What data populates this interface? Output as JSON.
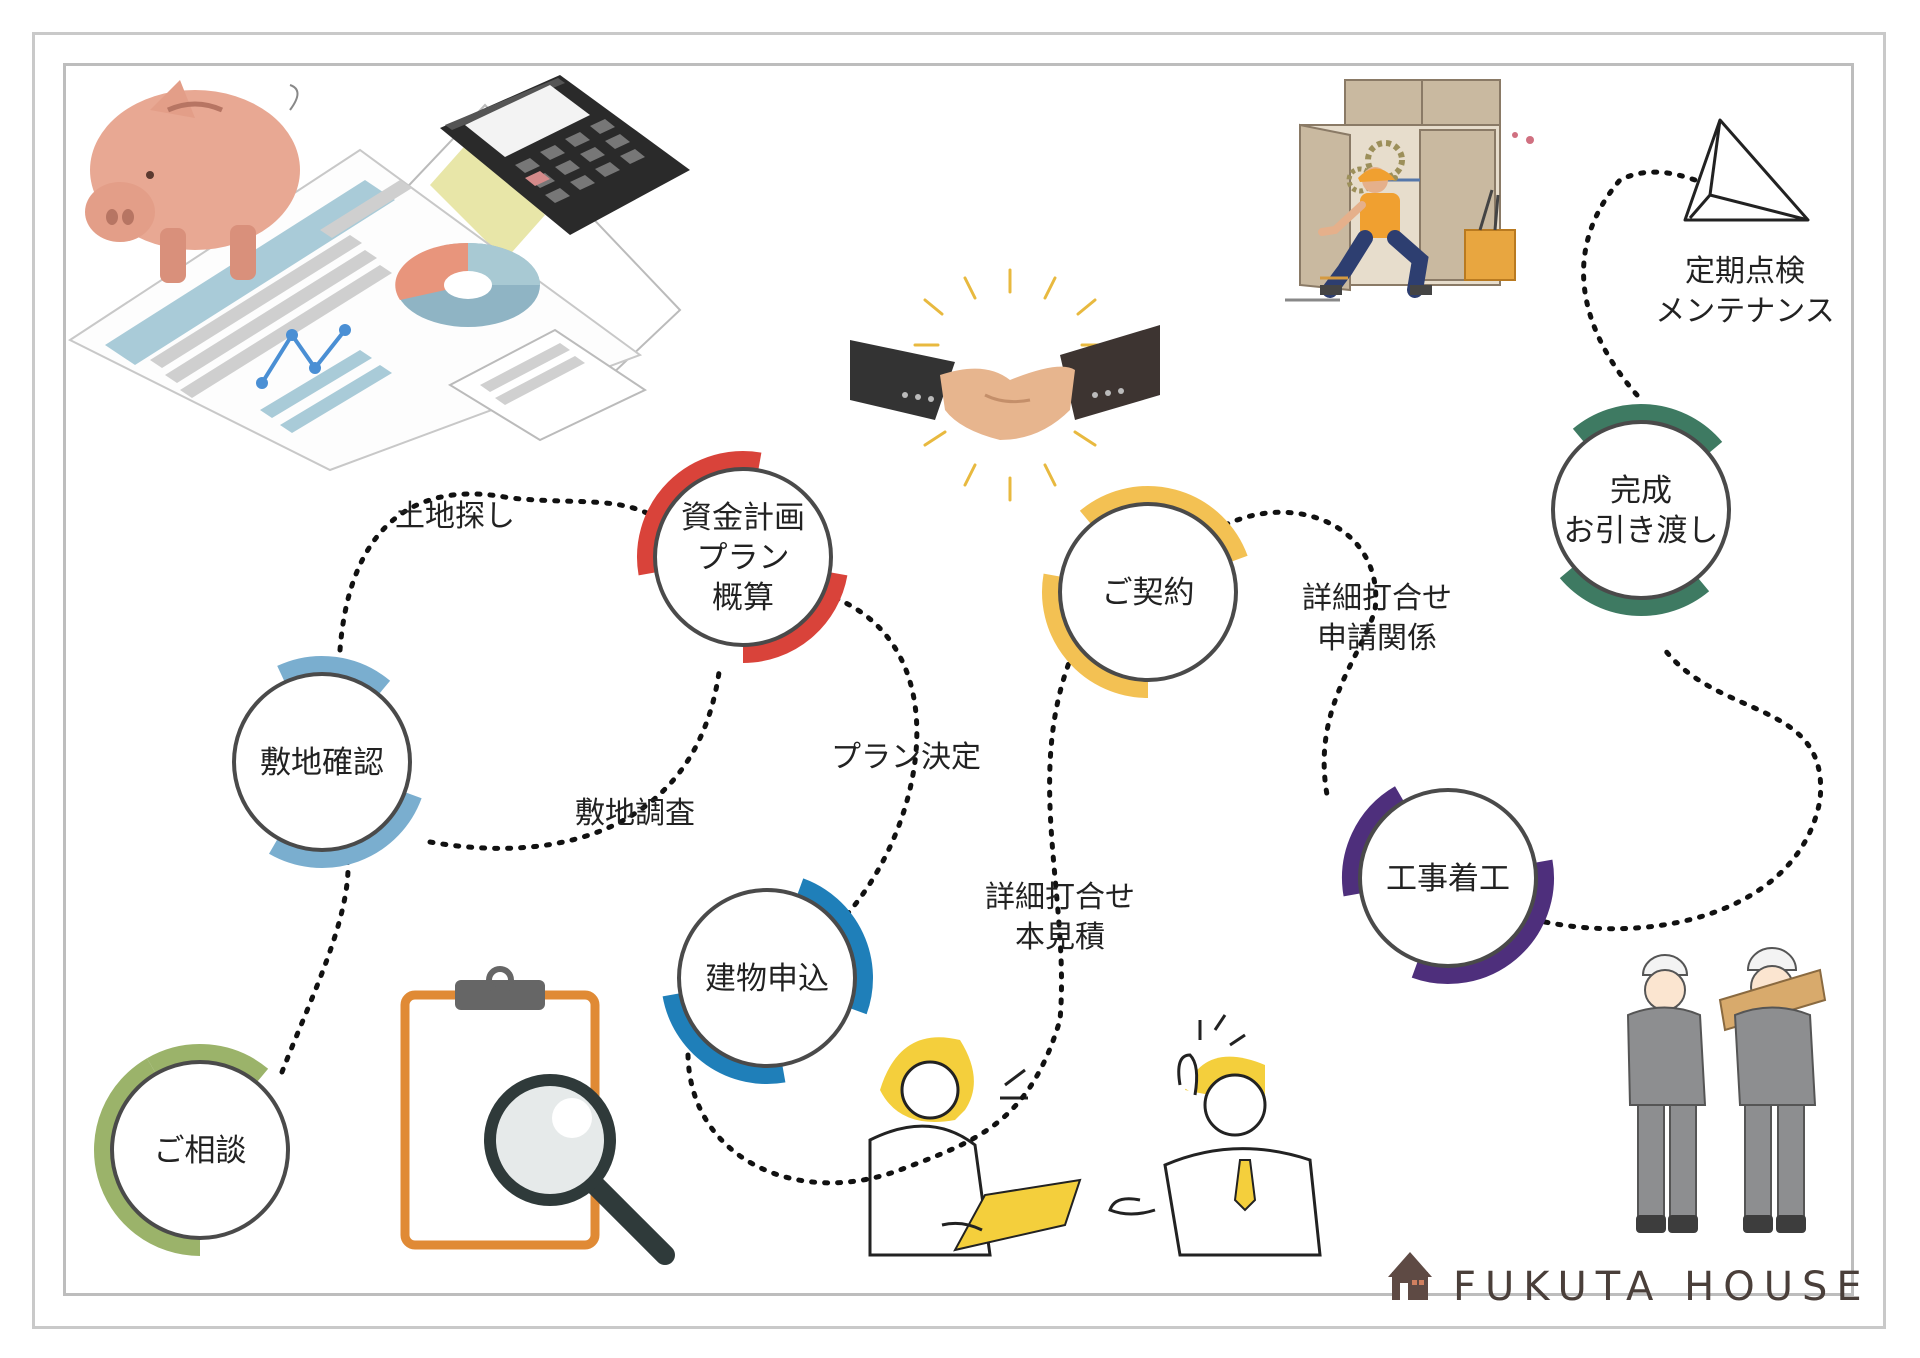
{
  "steps": [
    {
      "label": "ご相談",
      "color": "#9bb36a"
    },
    {
      "label": "敷地確認",
      "color": "#7aaecf"
    },
    {
      "label": [
        "資金計画",
        "プラン",
        "概算"
      ],
      "color": "#d9433a"
    },
    {
      "label": "建物申込",
      "color": "#1f7fb9"
    },
    {
      "label": "ご契約",
      "color": "#f3c153"
    },
    {
      "label": "工事着工",
      "color": "#4e2f7c"
    },
    {
      "label": [
        "完成",
        "お引き渡し"
      ],
      "color": "#3e7a62"
    }
  ],
  "connector_labels": {
    "land_search": "土地探し",
    "site_survey": "敷地調査",
    "plan_decision": "プラン決定",
    "detail_estimate": [
      "詳細打合せ",
      "本見積"
    ],
    "detail_application": [
      "詳細打合せ",
      "申請関係"
    ],
    "maintenance": [
      "定期点検",
      "メンテナンス"
    ]
  },
  "brand": {
    "name": "FUKUTA HOUSE",
    "color": "#4a3f3a"
  }
}
